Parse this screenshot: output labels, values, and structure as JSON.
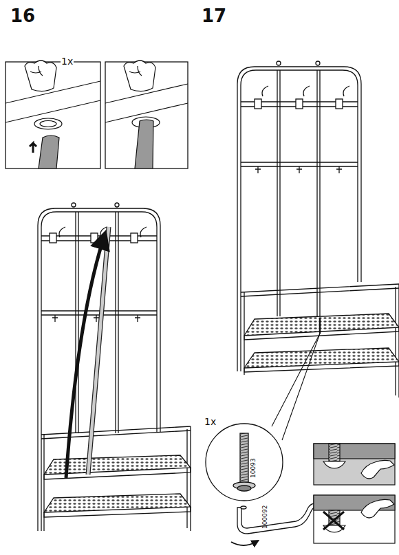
{
  "diagram": {
    "labels": [
      "16",
      "17",
      "1x",
      "1x",
      "10093",
      "100092"
    ]
  }
}
